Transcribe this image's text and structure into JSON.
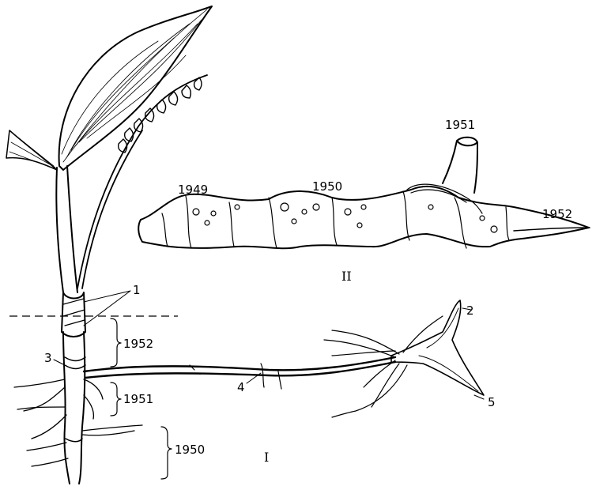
{
  "figure": {
    "figure_1_label": "I",
    "figure_2_label": "II",
    "callouts": [
      "1",
      "2",
      "3",
      "4",
      "5"
    ],
    "years_figure_1": [
      "1952",
      "1951",
      "1950"
    ],
    "years_figure_2": [
      "1949",
      "1950",
      "1951",
      "1952"
    ]
  }
}
